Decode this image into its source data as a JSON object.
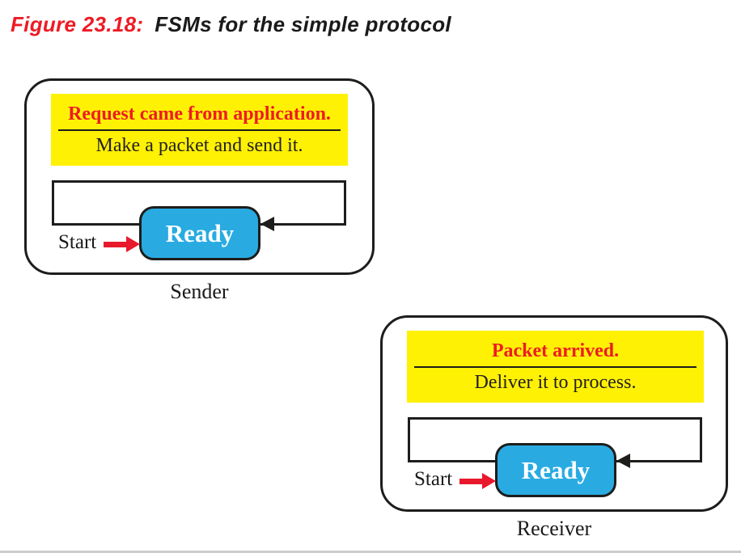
{
  "title": {
    "figure_label": "Figure 23.18:",
    "figure_caption": "FSMs for the simple protocol"
  },
  "colors": {
    "accent_red": "#ED1C24",
    "highlight_yellow": "#FFF104",
    "state_blue": "#29ABE2",
    "line_black": "#1D1D1B"
  },
  "fsms": [
    {
      "id": "sender",
      "event": "Request came from application.",
      "action": "Make a packet and send it.",
      "state": "Ready",
      "start_label": "Start",
      "caption": "Sender"
    },
    {
      "id": "receiver",
      "event": "Packet arrived.",
      "action": "Deliver it to process.",
      "state": "Ready",
      "start_label": "Start",
      "caption": "Receiver"
    }
  ]
}
